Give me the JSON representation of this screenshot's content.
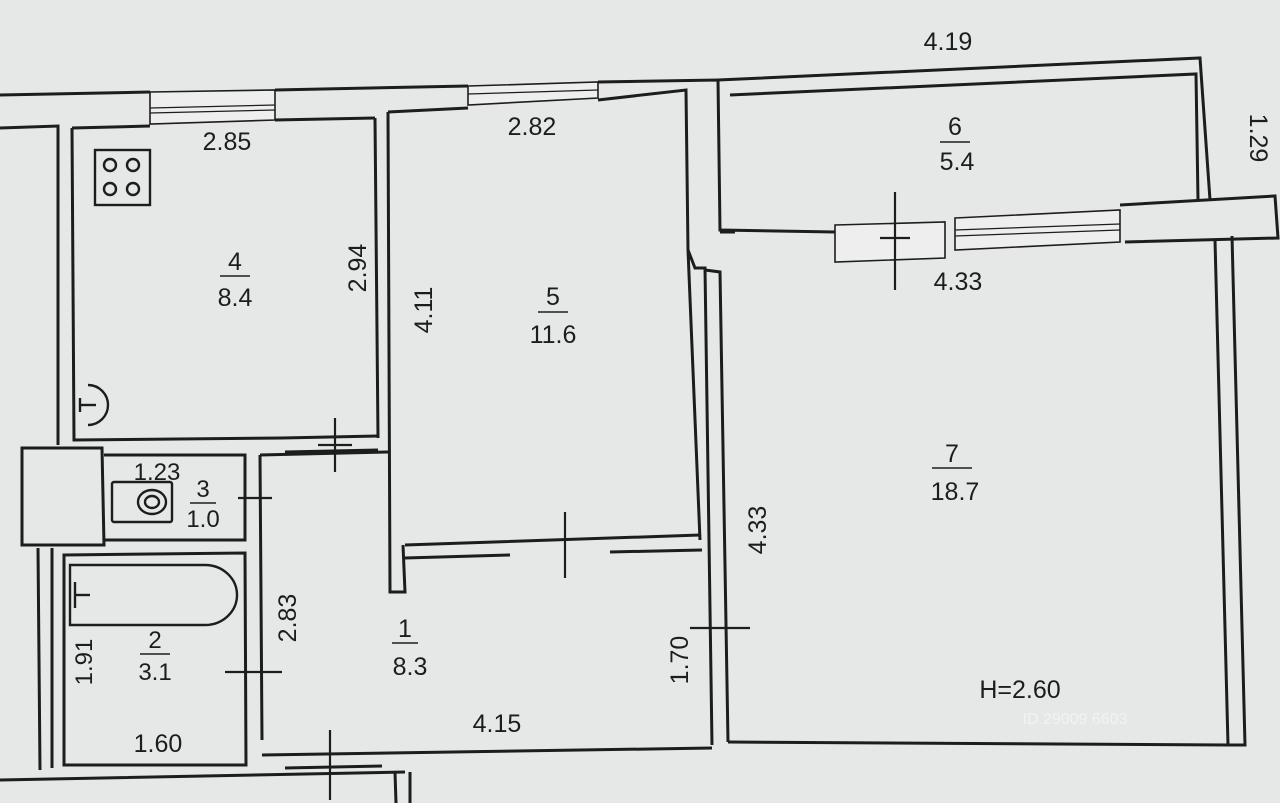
{
  "rooms": [
    {
      "id": "1",
      "area": "8.3"
    },
    {
      "id": "2",
      "area": "3.1"
    },
    {
      "id": "3",
      "area": "1.0"
    },
    {
      "id": "4",
      "area": "8.4"
    },
    {
      "id": "5",
      "area": "11.6"
    },
    {
      "id": "6",
      "area": "5.4"
    },
    {
      "id": "7",
      "area": "18.7"
    }
  ],
  "dimensions": {
    "top_balcony": "4.19",
    "balcony_side": "1.29",
    "kitchen_top": "2.85",
    "kitchen_side": "2.94",
    "room5_top": "2.82",
    "room5_side": "4.11",
    "room7_top": "4.33",
    "room7_side": "4.33",
    "wc_top": "1.23",
    "bath_side": "1.91",
    "bath_bottom": "1.60",
    "hall_side": "2.83",
    "hall_bottom": "4.15",
    "hall_right": "1.70"
  },
  "ceiling_height": "H=2.60",
  "watermark": "ID 29009 6603"
}
